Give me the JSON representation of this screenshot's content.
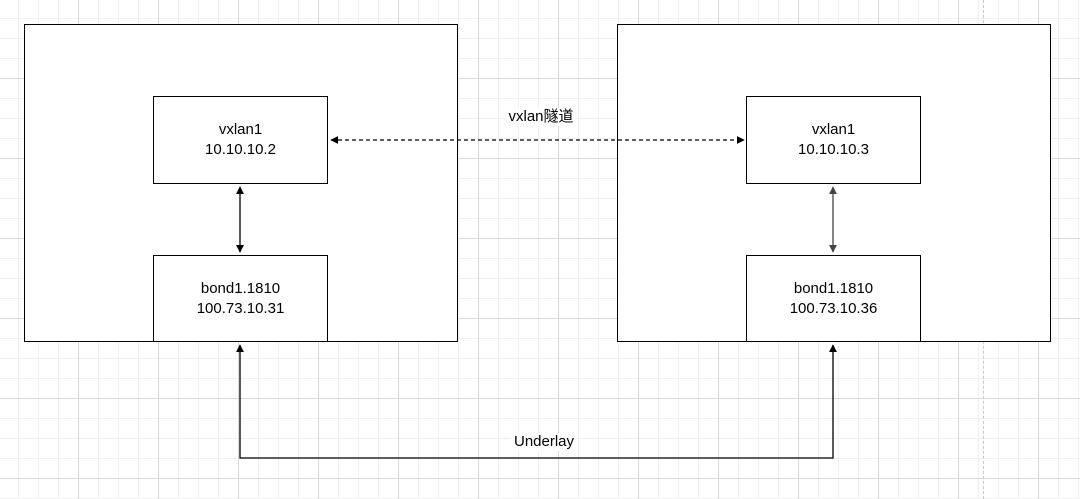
{
  "left_host": {
    "vxlan": {
      "name": "vxlan1",
      "ip": "10.10.10.2"
    },
    "bond": {
      "name": "bond1.1810",
      "ip": "100.73.10.31"
    }
  },
  "right_host": {
    "vxlan": {
      "name": "vxlan1",
      "ip": "10.10.10.3"
    },
    "bond": {
      "name": "bond1.1810",
      "ip": "100.73.10.36"
    }
  },
  "links": {
    "tunnel_label": "vxlan隧道",
    "underlay_label": "Underlay"
  }
}
